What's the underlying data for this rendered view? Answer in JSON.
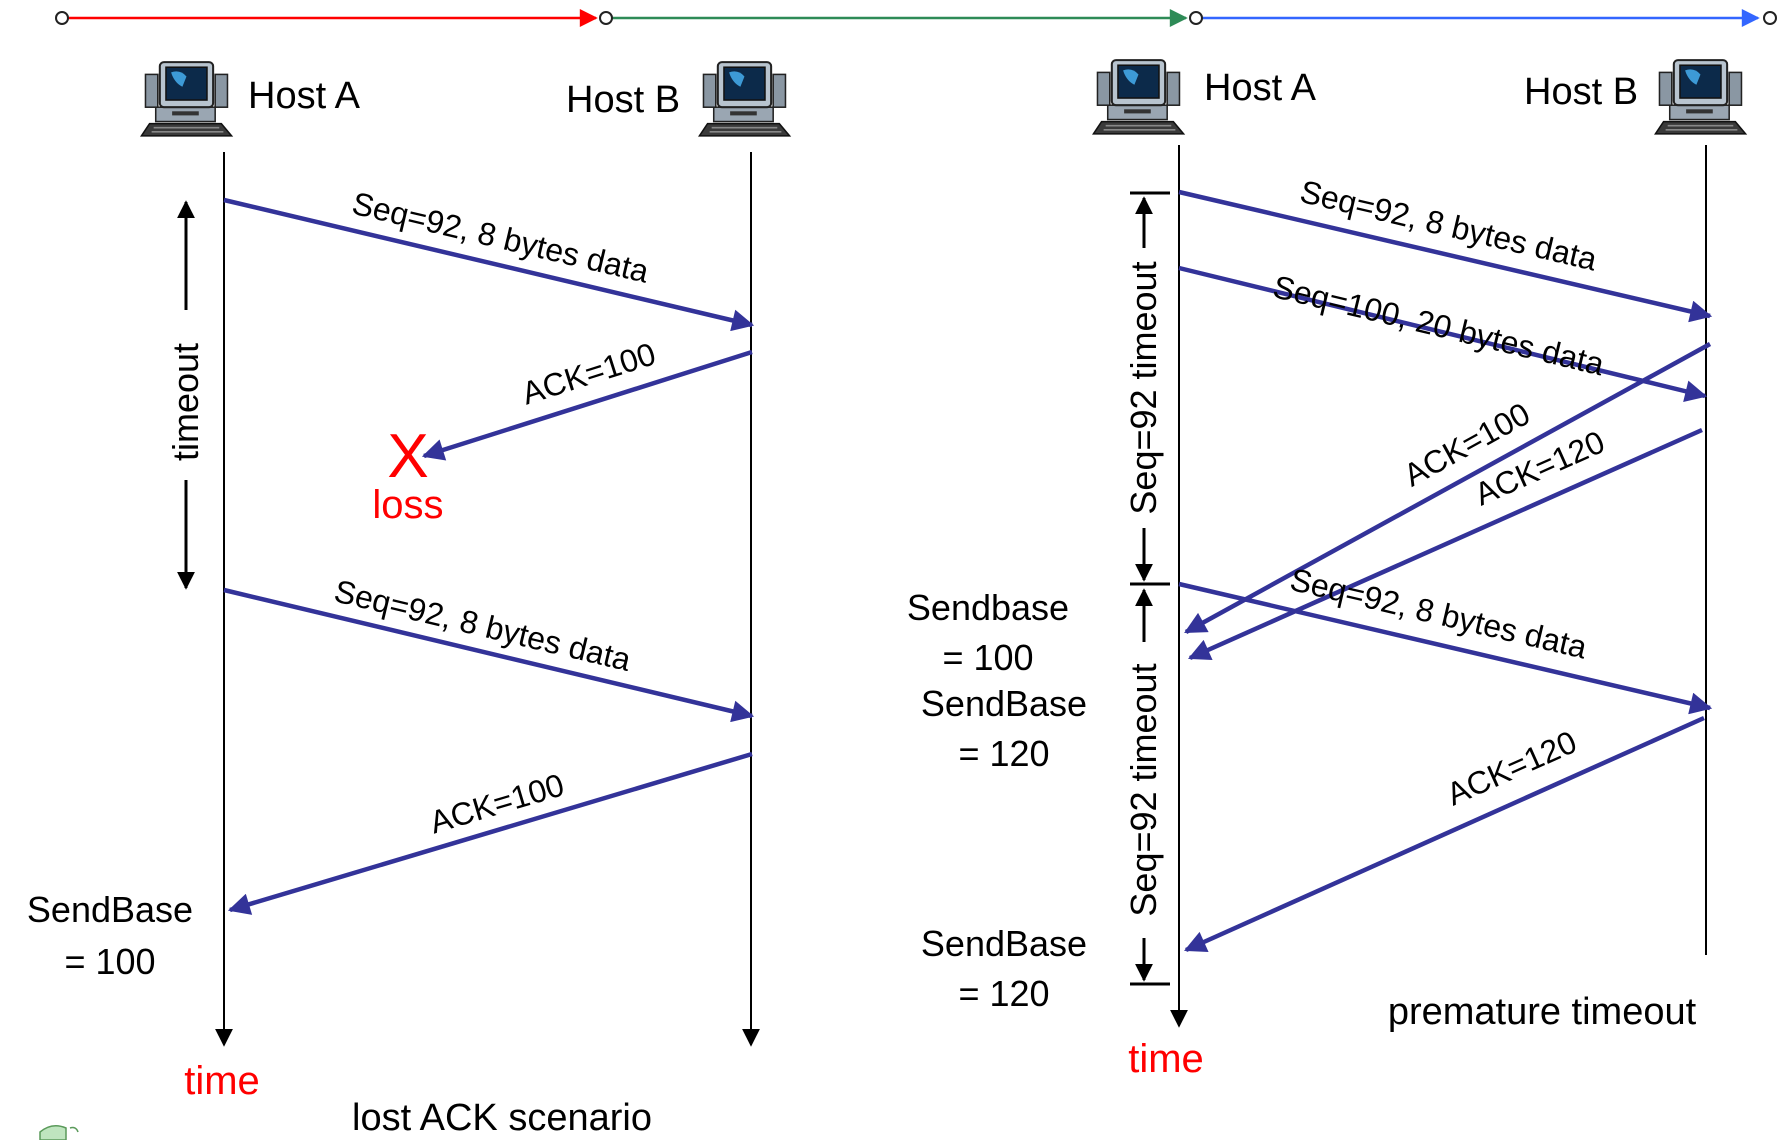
{
  "colors": {
    "arrow": "#333399",
    "red": "#ff0000",
    "green": "#2e8b57",
    "blue": "#3366ff",
    "black": "#000000"
  },
  "top_bar": {
    "segments": [
      "red",
      "green",
      "blue"
    ]
  },
  "left": {
    "host_a": "Host A",
    "host_b": "Host B",
    "timeout": "timeout",
    "msg1": "Seq=92, 8 bytes data",
    "ack1": "ACK=100",
    "loss_mark": "X",
    "loss": "loss",
    "msg2": "Seq=92, 8 bytes data",
    "ack2": "ACK=100",
    "sendbase_label": "SendBase",
    "sendbase_value": "= 100",
    "time": "time",
    "caption": "lost ACK scenario"
  },
  "right": {
    "host_a": "Host A",
    "host_b": "Host B",
    "timeout1": "Seq=92 timeout",
    "timeout2": "Seq=92 timeout",
    "msg1": "Seq=92, 8 bytes data",
    "msg2": "Seq=100, 20 bytes data",
    "ack1": "ACK=100",
    "ack2": "ACK=120",
    "msg3": "Seq=92, 8 bytes data",
    "ack3": "ACK=120",
    "sendbase1_label": "Sendbase",
    "sendbase1_value": "= 100",
    "sendbase2_label": "SendBase",
    "sendbase2_value": "= 120",
    "sendbase3_label": "SendBase",
    "sendbase3_value": "= 120",
    "time": "time",
    "caption": "premature timeout"
  },
  "icons": [
    "computer-icon",
    "speaker-icon"
  ]
}
